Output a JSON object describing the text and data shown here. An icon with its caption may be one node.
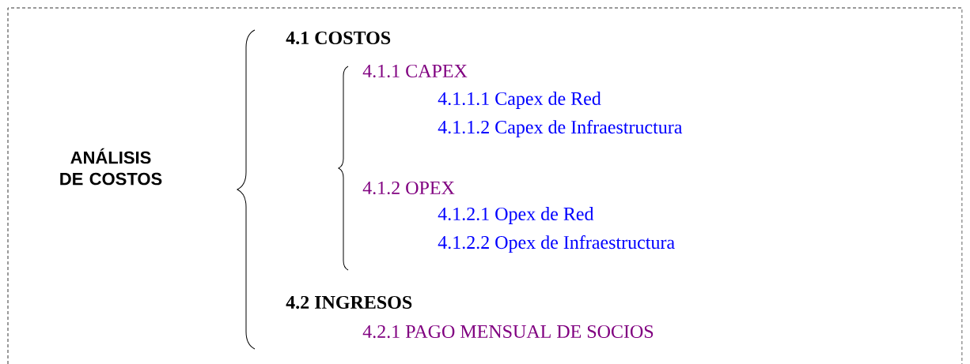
{
  "diagram": {
    "labels": [
      "ANÁLISIS DE COSTOS",
      "4.1 COSTOS",
      "4.1.1 CAPEX",
      "4.1.1.1 Capex de Red",
      "4.1.1.2 Capex de Infraestructura",
      "4.1.2 OPEX",
      "4.1.2.1 Opex de Red",
      "4.1.2.2 Opex de Infraestructura",
      "4.2 INGRESOS",
      "4.2.1 PAGO MENSUAL DE SOCIOS"
    ]
  }
}
